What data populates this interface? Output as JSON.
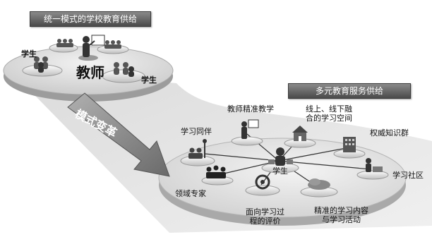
{
  "top": {
    "title": "统一模式的学校教育供给",
    "teacher": "教师",
    "student_left": "学生",
    "student_right": "学生"
  },
  "transition": {
    "label": "模式变革"
  },
  "bottom": {
    "title": "多元教育服务供给",
    "center": "学生",
    "nodes": {
      "peers": "学习同伴",
      "teacher_precise": "教师精准教学",
      "online_offline_1": "线上、线下融",
      "online_offline_2": "合的学习空间",
      "authority": "权威知识群",
      "community": "学习社区",
      "content_1": "精准的学习内容",
      "content_2": "与学习活动",
      "eval_1": "面向学习过",
      "eval_2": "程的评价",
      "experts": "领域专家"
    }
  }
}
